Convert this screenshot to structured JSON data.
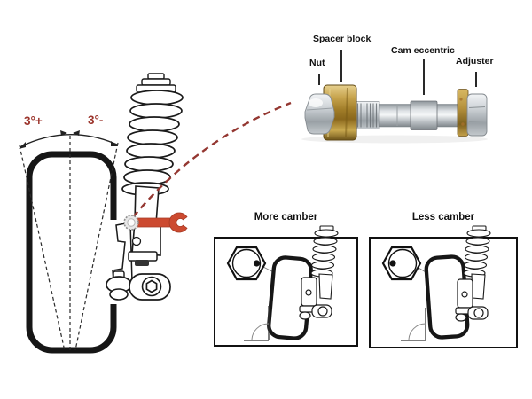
{
  "main_diagram": {
    "camber_positive": "3°+",
    "camber_negative": "3°-"
  },
  "bolt_photo": {
    "nut": "Nut",
    "spacer_block": "Spacer block",
    "cam_eccentric": "Cam eccentric",
    "adjuster": "Adjuster"
  },
  "panels": {
    "more_camber": "More camber",
    "less_camber": "Less camber"
  },
  "colors": {
    "wrench_red": "#cc4a30",
    "dashed_connector_red": "#943731",
    "angle_text_red": "#9c352c",
    "bolt_gold": "#bb9440",
    "bolt_silver": "#c9cdd1",
    "line_black": "#1a1a1a"
  }
}
